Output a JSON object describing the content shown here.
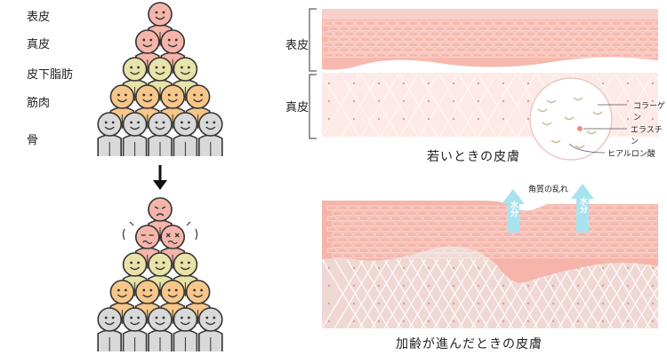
{
  "pyramid": {
    "labels": [
      "表皮",
      "真皮",
      "皮下脂肪",
      "筋肉",
      "骨"
    ]
  },
  "young_skin": {
    "epidermis_label": "表皮",
    "dermis_label": "真皮",
    "caption": "若いときの皮膚",
    "legend": [
      "コラーゲン",
      "エラスチン",
      "ヒアルロン酸"
    ]
  },
  "aged_skin": {
    "caption": "加齢が進んだときの皮膚",
    "annotation": "角質の乱れ",
    "water_label": "水分"
  },
  "colors": {
    "epidermis": "#f5b5aa",
    "dermis": "#fde7e3",
    "aged_dermis": "#efd6d2",
    "fat": "#e8e3a8",
    "muscle": "#f7c68a",
    "bone": "#d9d9d9",
    "water_arrow": "#9fe0ee"
  }
}
